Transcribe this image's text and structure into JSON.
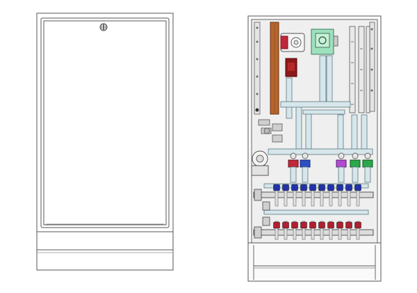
{
  "drawing": {
    "views": [
      {
        "id": "front-closed",
        "label": ""
      },
      {
        "id": "front-open",
        "label": ""
      }
    ],
    "manifold_rows": [
      {
        "name": "flow-manifold",
        "valve_color": "#2233aa",
        "outlets": 10
      },
      {
        "name": "return-manifold",
        "valve_color": "#b02030",
        "outlets": 10
      }
    ],
    "colors": {
      "line": "#555555",
      "panel": "#f2f2f2",
      "copper": "#b5652c",
      "green_module": "#9fe0bd",
      "pipe": "#d6e6ea",
      "valve_red": "#c0283a",
      "valve_blue": "#2b4fc4",
      "valve_magenta": "#b04bd0",
      "valve_green": "#2aa84a"
    }
  }
}
